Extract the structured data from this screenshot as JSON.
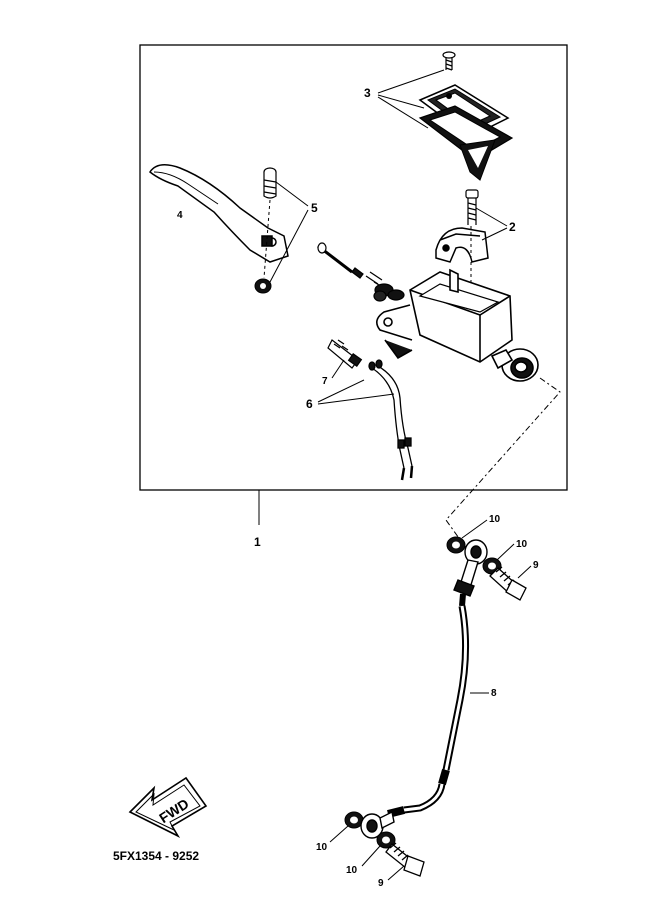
{
  "callouts": {
    "c1": "1",
    "c2": "2",
    "c3": "3",
    "c4": "4",
    "c5": "5",
    "c6": "6",
    "c7": "7",
    "c8": "8",
    "c9a": "9",
    "c9b": "9",
    "c10a": "10",
    "c10b": "10",
    "c10c": "10",
    "c10d": "10"
  },
  "fwd_label": "FWD",
  "diagram_code": "5FX1354 - 9252"
}
